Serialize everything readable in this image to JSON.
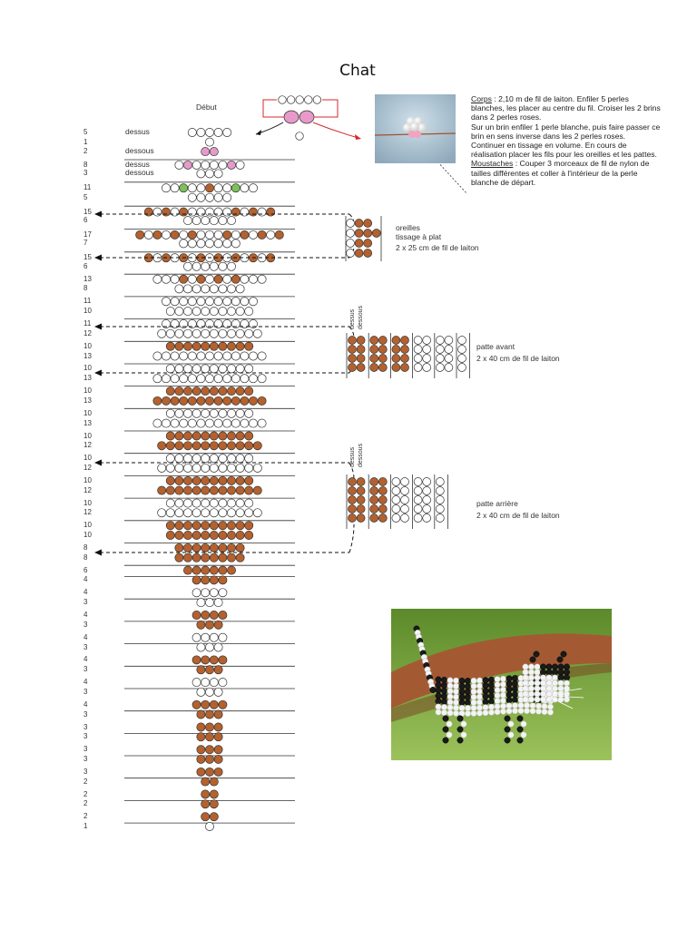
{
  "title": "Chat",
  "start_label": "Début",
  "top_labels": [
    {
      "row": 0,
      "text": "dessus"
    },
    {
      "row": 2,
      "text": "dessous"
    },
    {
      "row": 3,
      "text": "dessus"
    },
    {
      "row": 4,
      "text": "dessous"
    }
  ],
  "side_label_dessus": "dessus",
  "side_label_dessous": "dessous",
  "colors": {
    "brown": "#b5612e",
    "pink": "#e79ac9",
    "green": "#7cc25a",
    "white": "#ffffff",
    "line": "#333333",
    "red": "#d8262d"
  },
  "rows": [
    {
      "num": "5",
      "pattern": "wwwww"
    },
    {
      "num": "1",
      "pattern": "w"
    },
    {
      "num": "2",
      "pattern": "pp"
    },
    {
      "num": "8",
      "pattern": "wpwwwwpw"
    },
    {
      "num": "3",
      "pattern": "www"
    },
    {
      "num": "11",
      "pattern": "wwgwwbwwgww"
    },
    {
      "num": "5",
      "pattern": "wwwww"
    },
    {
      "num": "15",
      "pattern": "bwbwbwwwwwbwbwb"
    },
    {
      "num": "6",
      "pattern": "wwwwww"
    },
    {
      "num": "17",
      "pattern": "bwbwbwbwwwbwbwbwb"
    },
    {
      "num": "7",
      "pattern": "wwwwwww"
    },
    {
      "num": "15",
      "pattern": "bwbwbwbwbwbwbwb"
    },
    {
      "num": "6",
      "pattern": "wwwwww"
    },
    {
      "num": "13",
      "pattern": "wwwbwbwbwbwww"
    },
    {
      "num": "8",
      "pattern": "wwwwwwww"
    },
    {
      "num": "11",
      "pattern": "wwwwwwwwwww"
    },
    {
      "num": "10",
      "pattern": "wwwwwwwwww"
    },
    {
      "num": "11",
      "pattern": "wwwwwwwwwww"
    },
    {
      "num": "12",
      "pattern": "wwwwwwwwwwww"
    },
    {
      "num": "10",
      "pattern": "bbbbbbbbbb"
    },
    {
      "num": "13",
      "pattern": "wwwwwwwwwwwww"
    },
    {
      "num": "10",
      "pattern": "wwwwwwwwww"
    },
    {
      "num": "13",
      "pattern": "wwwwwwwwwwwww"
    },
    {
      "num": "10",
      "pattern": "bbbbbbbbbb"
    },
    {
      "num": "13",
      "pattern": "bbbbbbbbbbbbb"
    },
    {
      "num": "10",
      "pattern": "wwwwwwwwww"
    },
    {
      "num": "13",
      "pattern": "wwwwwwwwwwwww"
    },
    {
      "num": "10",
      "pattern": "bbbbbbbbbb"
    },
    {
      "num": "12",
      "pattern": "bbbbbbbbbbbb"
    },
    {
      "num": "10",
      "pattern": "wwwwwwwwww"
    },
    {
      "num": "12",
      "pattern": "wwwwwwwwwwww"
    },
    {
      "num": "10",
      "pattern": "bbbbbbbbbb"
    },
    {
      "num": "12",
      "pattern": "bbbbbbbbbbbb"
    },
    {
      "num": "10",
      "pattern": "wwwwwwwwww"
    },
    {
      "num": "12",
      "pattern": "wwwwwwwwwwww"
    },
    {
      "num": "10",
      "pattern": "bbbbbbbbbb"
    },
    {
      "num": "10",
      "pattern": "bbbbbbbbbb"
    },
    {
      "num": "8",
      "pattern": "bbbbbbbb"
    },
    {
      "num": "8",
      "pattern": "bbbbbbbb"
    },
    {
      "num": "6",
      "pattern": "bbbbbb"
    },
    {
      "num": "4",
      "pattern": "bbbb"
    },
    {
      "num": "4",
      "pattern": "wwww"
    },
    {
      "num": "3",
      "pattern": "www"
    },
    {
      "num": "4",
      "pattern": "bbbb"
    },
    {
      "num": "3",
      "pattern": "bbb"
    },
    {
      "num": "4",
      "pattern": "wwww"
    },
    {
      "num": "3",
      "pattern": "www"
    },
    {
      "num": "4",
      "pattern": "bbbb"
    },
    {
      "num": "3",
      "pattern": "bbb"
    },
    {
      "num": "4",
      "pattern": "wwww"
    },
    {
      "num": "3",
      "pattern": "www"
    },
    {
      "num": "4",
      "pattern": "bbbb"
    },
    {
      "num": "3",
      "pattern": "bbb"
    },
    {
      "num": "3",
      "pattern": "bbb"
    },
    {
      "num": "3",
      "pattern": "bbb"
    },
    {
      "num": "3",
      "pattern": "bbb"
    },
    {
      "num": "3",
      "pattern": "bbb"
    },
    {
      "num": "3",
      "pattern": "bbb"
    },
    {
      "num": "2",
      "pattern": "bb"
    },
    {
      "num": "2",
      "pattern": "bb"
    },
    {
      "num": "2",
      "pattern": "bb"
    },
    {
      "num": "2",
      "pattern": "bb"
    },
    {
      "num": "1",
      "pattern": "w"
    }
  ],
  "ears": {
    "label1": "oreilles",
    "label2": "tissage à plat",
    "label3": "2 x 25 cm de fil de laiton"
  },
  "front_legs": {
    "label1": "patte avant",
    "label2": "2 x 40 cm de fil de laiton"
  },
  "back_legs": {
    "label1": "patte arrière",
    "label2": "2 x 40 cm de fil de laiton"
  },
  "instructions": {
    "corps_title": "Corps",
    "corps_text": " : 2,10 m de fil de laiton. Enfiler 5 perles blanches, les placer au centre du fil. Croiser les 2 brins dans 2 perles roses.",
    "line2": "Sur un brin enfiler 1 perle blanche, puis faire passer ce brin en sens inverse dans les 2 perles roses.",
    "line3": "Continuer en tissage en volume. En cours de réalisation placer les fils pour les oreilles et les pattes.",
    "moustaches_title": "Moustaches",
    "moustaches_text": " : Couper 3 morceaux de fil de nylon de tailles différentes et coller à l'intérieur de la perle blanche de départ."
  }
}
